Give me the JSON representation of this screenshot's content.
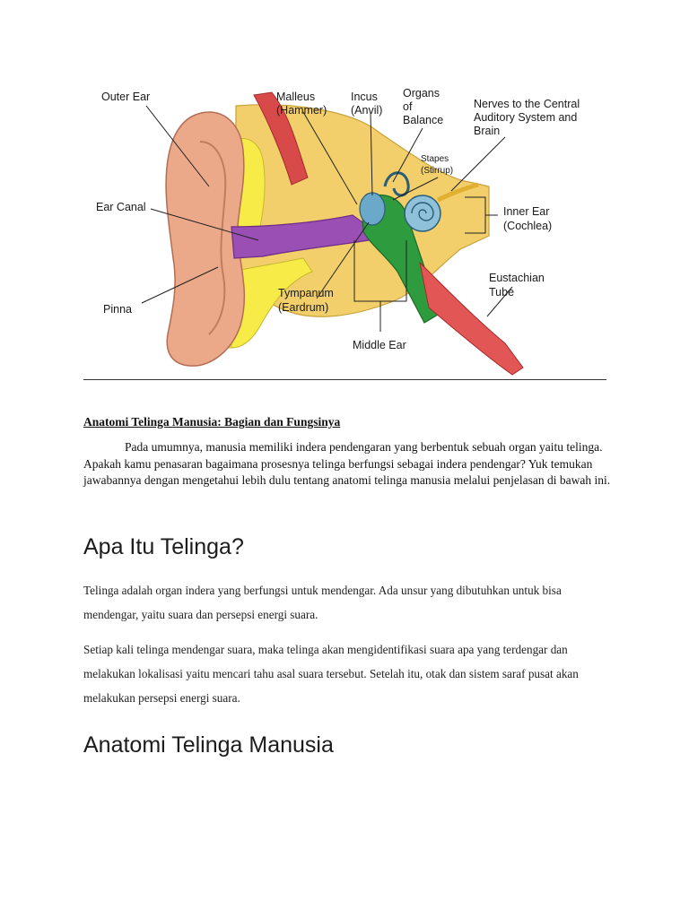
{
  "diagram": {
    "labels": {
      "outer_ear": "Outer Ear",
      "malleus": "Malleus",
      "hammer": "(Hammer)",
      "incus": "Incus",
      "anvil": "(Anvil)",
      "organs_1": "Organs",
      "organs_2": "of",
      "organs_3": "Balance",
      "nerves_1": "Nerves to the Central",
      "nerves_2": "Auditory System and",
      "nerves_3": "Brain",
      "stapes": "Stapes",
      "stirrup": "(Stirrup)",
      "ear_canal": "Ear Canal",
      "inner_ear": "Inner Ear",
      "cochlea": "(Cochlea)",
      "eustachian_1": "Eustachian",
      "eustachian_2": "Tube",
      "tympanum": "Tympanum",
      "eardrum": "(Eardrum)",
      "pinna": "Pinna",
      "middle_ear": "Middle Ear"
    }
  },
  "document": {
    "title": "Anatomi Telinga Manusia: Bagian dan Fungsinya",
    "intro": "Pada umumnya, manusia memiliki indera pendengaran yang berbentuk sebuah organ yaitu telinga. Apakah kamu penasaran bagaimana prosesnya telinga berfungsi sebagai indera pendengar? Yuk temukan jawabannya dengan mengetahui lebih dulu tentang anatomi telinga manusia melalui penjelasan di bawah ini.",
    "heading1": "Apa Itu Telinga?",
    "para1": "Telinga adalah organ indera yang berfungsi untuk mendengar. Ada unsur yang dibutuhkan untuk bisa mendengar, yaitu suara dan persepsi energi suara.",
    "para2": "Setiap kali telinga mendengar suara, maka telinga akan mengidentifikasi suara apa yang terdengar dan melakukan lokalisasi yaitu mencari tahu asal suara tersebut. Setelah itu, otak dan sistem saraf pusat akan melakukan persepsi energi suara.",
    "heading2": "Anatomi Telinga Manusia"
  }
}
